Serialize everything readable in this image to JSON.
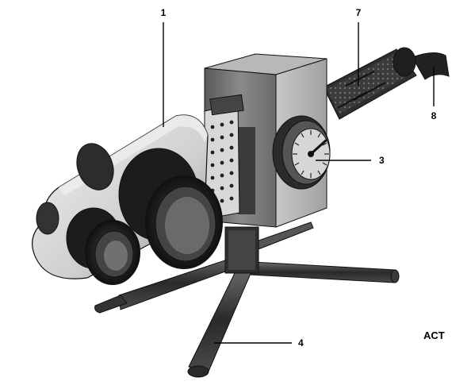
{
  "callouts": [
    {
      "id": "1",
      "text": "1"
    },
    {
      "id": "7",
      "text": "7"
    },
    {
      "id": "8",
      "text": "8"
    },
    {
      "id": "3",
      "text": "3"
    },
    {
      "id": "4",
      "text": "4"
    }
  ],
  "cut_text": "ACT",
  "colors": {
    "ink": "#000000",
    "metal_light": "#d9d9d9",
    "metal_mid": "#9a9a9a",
    "metal_dark": "#4a4a4a",
    "handle": "#3a3a3a"
  }
}
